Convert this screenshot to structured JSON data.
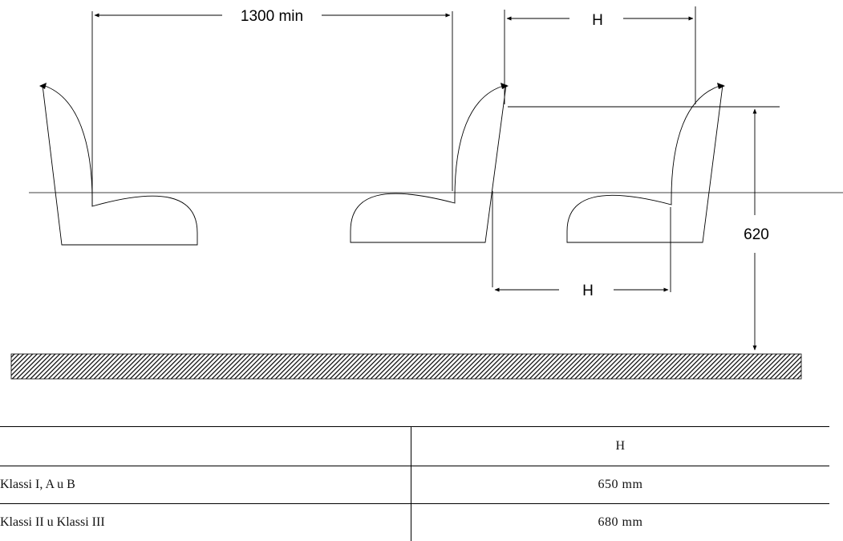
{
  "diagram": {
    "seat_spacing_label": "1300 min",
    "h_top_label": "H",
    "h_bottom_label": "H",
    "height_label": "620"
  },
  "table": {
    "header": {
      "label": "",
      "value": "H"
    },
    "rows": [
      {
        "label": "Klassi I, A u B",
        "value": "650 mm"
      },
      {
        "label": "Klassi II u Klassi III",
        "value": "680 mm"
      }
    ]
  }
}
